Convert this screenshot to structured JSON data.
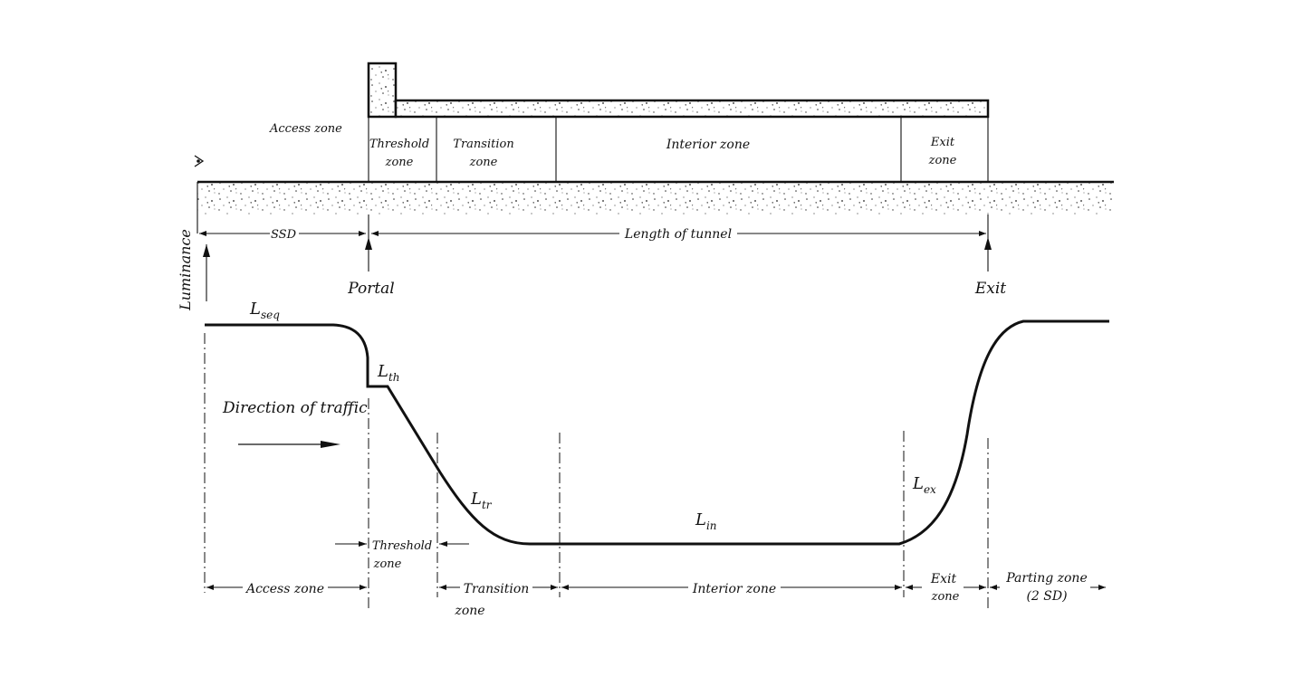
{
  "top": {
    "access_zone": "Access zone",
    "threshold_zone": [
      "Threshold",
      "zone"
    ],
    "transition_zone": [
      "Transition",
      "zone"
    ],
    "interior_zone": "Interior zone",
    "exit_zone": [
      "Exit",
      "zone"
    ],
    "ssd": "SSD",
    "length_of_tunnel": "Length of tunnel",
    "portal": "Portal",
    "exit": "Exit"
  },
  "chart": {
    "ylabel": "Luminance",
    "direction": "Direction of traffic",
    "curve_labels": {
      "seq": {
        "main": "L",
        "sub": "seq"
      },
      "th": {
        "main": "L",
        "sub": "th"
      },
      "tr": {
        "main": "L",
        "sub": "tr"
      },
      "in": {
        "main": "L",
        "sub": "in"
      },
      "ex": {
        "main": "L",
        "sub": "ex"
      }
    }
  },
  "bottom": {
    "threshold_zone": [
      "Threshold",
      "zone"
    ],
    "access_zone": "Access zone",
    "transition_zone": [
      "Transition",
      "zone"
    ],
    "interior_zone": "Interior zone",
    "exit_zone": [
      "Exit",
      "zone"
    ],
    "parting_zone": [
      "Parting zone",
      "(2 SD)"
    ]
  }
}
